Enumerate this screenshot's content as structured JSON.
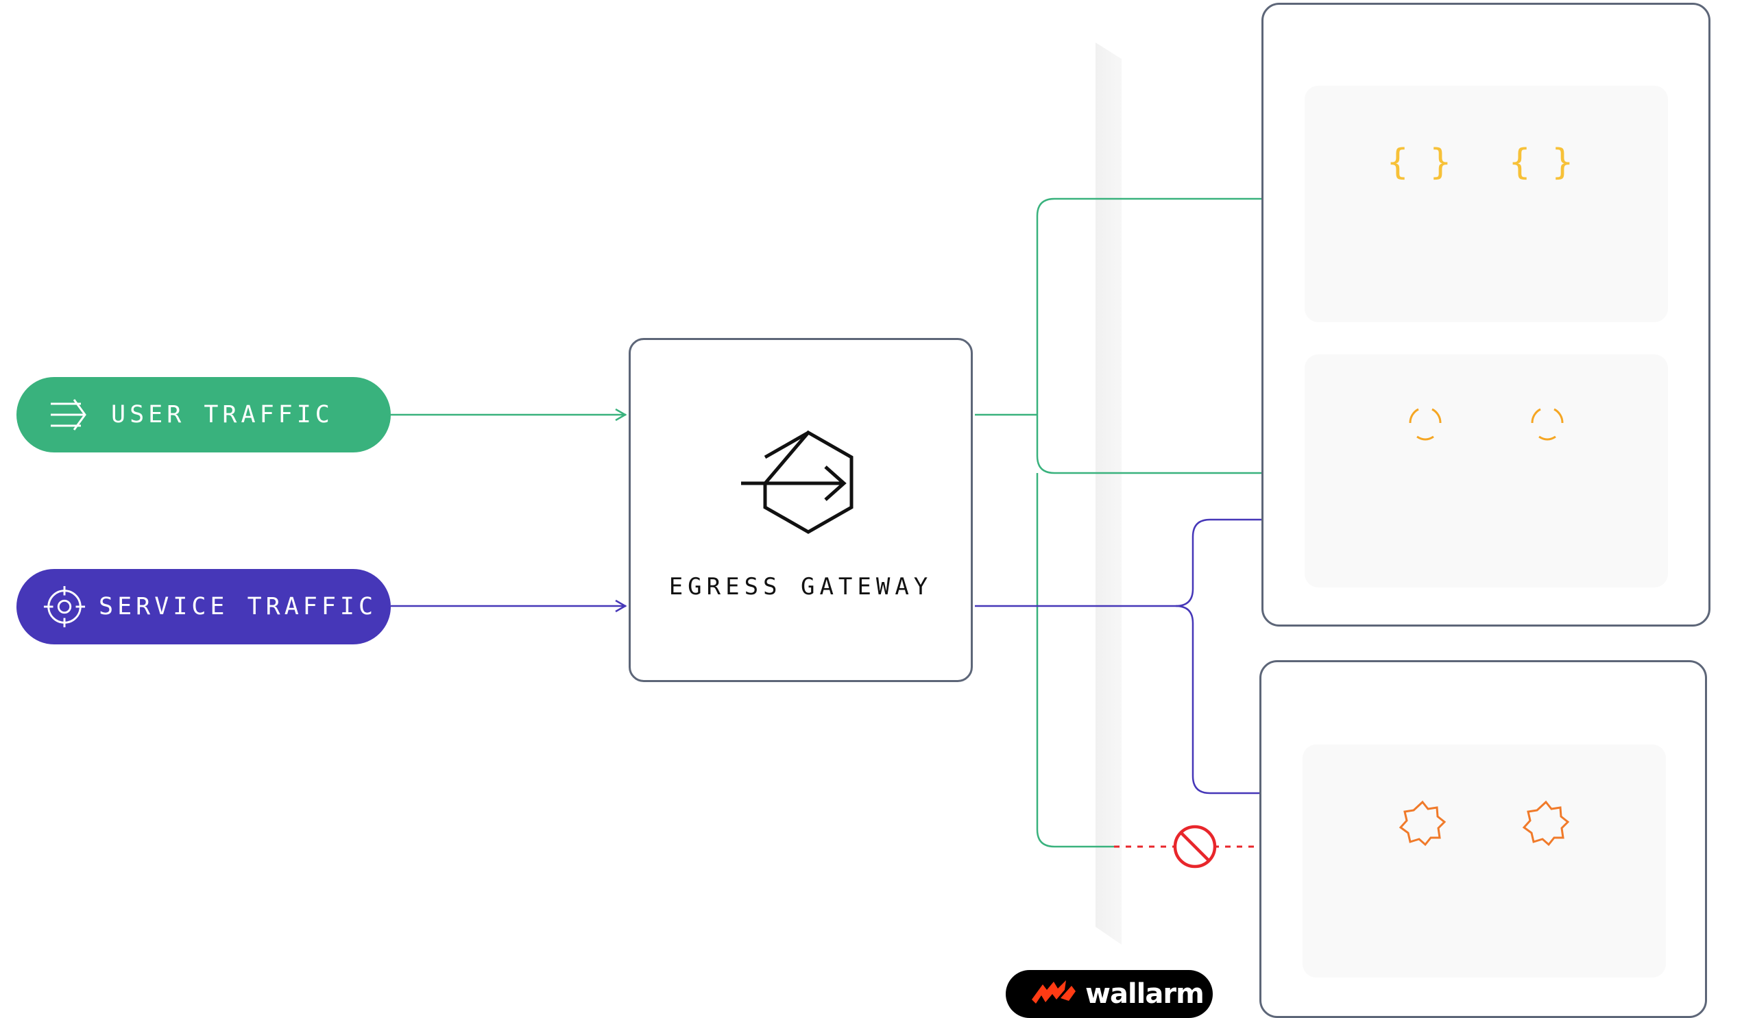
{
  "inputs": {
    "user": {
      "label": "USER TRAFFIC",
      "color": "#39b27d",
      "icon": "arrows-right-icon"
    },
    "service": {
      "label": "SERVICE TRAFFIC",
      "color": "#4637b8",
      "icon": "crosshair-icon"
    }
  },
  "gateway": {
    "title": "EGRESS GATEWAY",
    "icon": "exit-hexagon-icon"
  },
  "destinations": {
    "third_party_api": {
      "glyphs": [
        "{  }",
        "{  }"
      ],
      "glyph_color": "#f7c138"
    },
    "middle": {
      "glyph_color": "#f5a623"
    },
    "internal": {
      "glyph_color": "#f07a2a"
    }
  },
  "connections": {
    "user_color": "#39b27d",
    "service_color": "#4637b8",
    "blocked_color": "#e8262b",
    "blocked_icon": "no-entry-icon"
  },
  "brand": {
    "name": "wallarm",
    "logo_color": "#ff3b14"
  }
}
